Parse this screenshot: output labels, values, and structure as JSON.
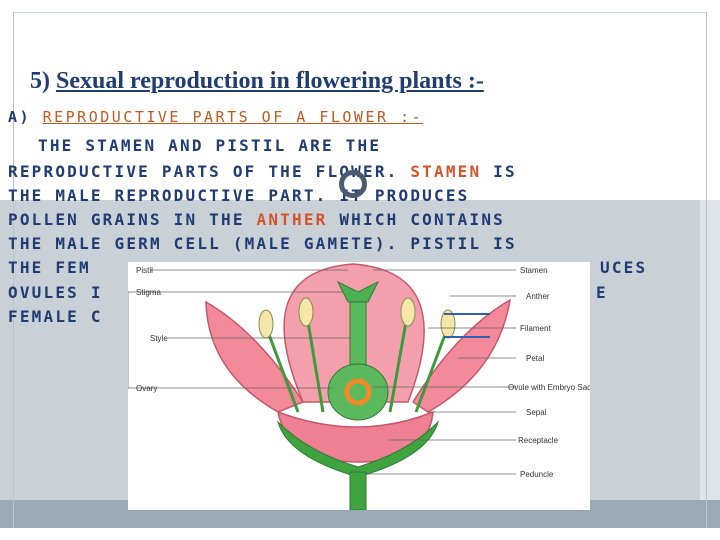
{
  "slide": {
    "title_num": "5)",
    "title_text": "Sexual reproduction in flowering plants :-",
    "subhead_label": "A)",
    "subhead_text": "REPRODUCTIVE PARTS OF A FLOWER :-",
    "lines": [
      [
        "THE STAMEN AND PISTIL ARE THE"
      ],
      [
        "REPRODUCTIVE PARTS OF THE FLOWER. ",
        "STAMEN",
        " IS"
      ],
      [
        "THE MALE REPRODUCTIVE PART. IT PRODUCES"
      ],
      [
        "POLLEN GRAINS IN THE ",
        "ANTHER",
        " WHICH CONTAINS"
      ],
      [
        "THE MALE GERM CELL (MALE GAMETE). PISTIL IS"
      ],
      [
        "THE FEM",
        "UCES"
      ],
      [
        "OVULES I",
        "E"
      ],
      [
        "FEMALE C"
      ]
    ]
  },
  "figure": {
    "left_labels": [
      "Pistil",
      "Stigma",
      "Style",
      "Ovary"
    ],
    "right_labels": [
      "Stamen",
      "Anther",
      "Filament",
      "Petal",
      "Ovule with Embryo Sac",
      "Sepal",
      "Receptacle",
      "Peduncle"
    ]
  },
  "colors": {
    "title": "#1f3c74",
    "accent": "#d8522a",
    "panel": "#c9d0d6"
  }
}
